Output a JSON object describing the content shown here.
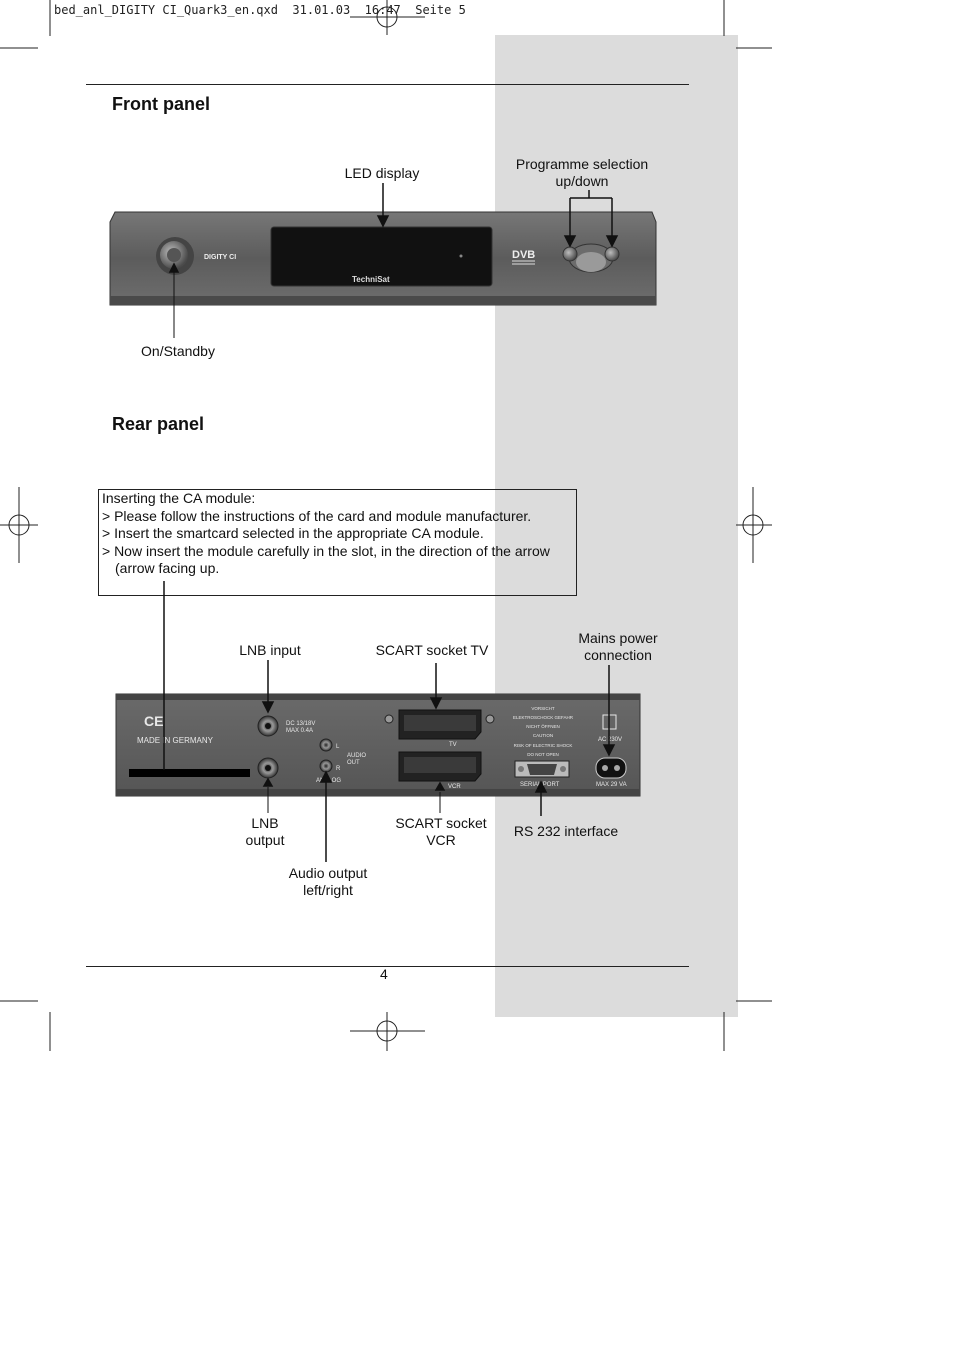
{
  "header": {
    "slug": "bed_anl_DIGITY CI_Quark3_en.qxd  31.01.03  16:47  Seite 5"
  },
  "front_panel": {
    "title": "Front panel",
    "labels": {
      "led_display": "LED display",
      "programme_selection_line1": "Programme selection",
      "programme_selection_line2": "up/down",
      "on_standby": "On/Standby"
    },
    "device": {
      "model": "DIGITY CI",
      "brand": "TechniSat",
      "dvb_logo": "DVB"
    }
  },
  "rear_panel": {
    "title": "Rear panel",
    "callout": {
      "heading": "Inserting the CA module:",
      "items": [
        "> Please follow the instructions of the card and module manufacturer.",
        "> Insert the smartcard selected in the appropriate CA module.",
        "> Now insert the module carefully in the slot, in the direction of the arrow"
      ],
      "continuation": "(arrow facing up."
    },
    "labels": {
      "lnb_input": "LNB input",
      "scart_tv": "SCART socket TV",
      "mains_line1": "Mains power",
      "mains_line2": "connection",
      "lnb_output_line1": "LNB",
      "lnb_output_line2": "output",
      "scart_vcr_line1": "SCART socket",
      "scart_vcr_line2": "VCR",
      "rs232": "RS 232 interface",
      "audio_line1": "Audio output",
      "audio_line2": "left/right"
    },
    "device": {
      "ce": "CE",
      "made_in": "MADE IN GERMANY",
      "dc": "DC 13/18V",
      "max": "MAX 0.4A",
      "audio_out_1": "AUDIO",
      "audio_out_2": "OUT",
      "analog": "ANALOG",
      "l": "L",
      "r": "R",
      "tv": "TV",
      "vcr": "VCR",
      "warning_lines": [
        "VORSICHT",
        "ELEKTROSCHOCK GEFAHR",
        "NICHT ÖFFNEN",
        "CAUTION",
        "RISK OF ELECTRIC SHOCK",
        "DO NOT OPEN"
      ],
      "serial": "SERIAL PORT",
      "ac": "AC 230V",
      "max_va": "MAX 29 VA"
    }
  },
  "page_number": "4",
  "colors": {
    "gray_band": "#dcdcdc",
    "device_dark": "#3a3a3a",
    "device_body": "#5b5b5b"
  }
}
